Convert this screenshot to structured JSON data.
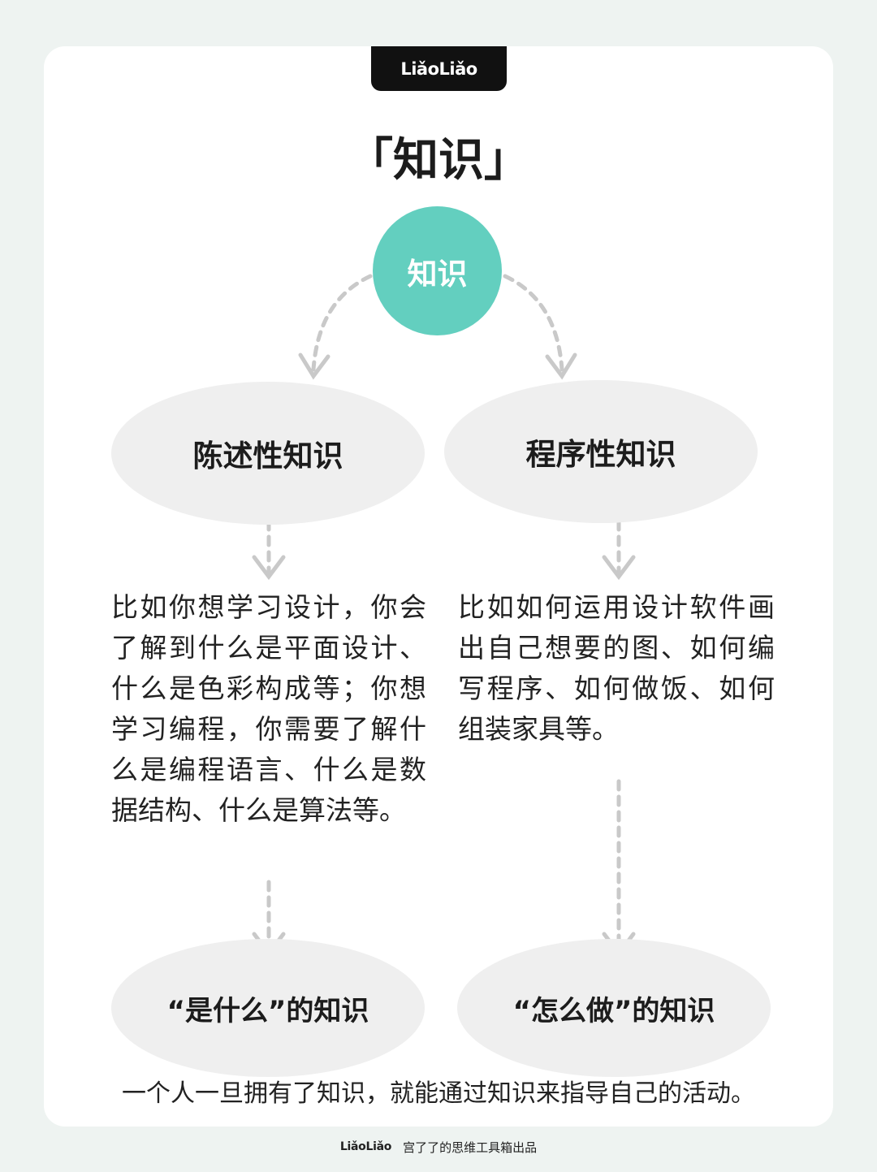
{
  "brand": {
    "logo_text": "LiǎoLiǎo"
  },
  "title": "「知识」",
  "root": {
    "label": "知识",
    "color": "#63cfbf"
  },
  "branches": [
    {
      "label": "陈述性知识",
      "description": "比如你想学习设计，你会了解到什么是平面设计、什么是色彩构成等；你想学习编程，你需要了解什么是编程语言、什么是数据结构、什么是算法等。",
      "result": "“是什么”的知识"
    },
    {
      "label": "程序性知识",
      "description": "比如如何运用设计软件画出自己想要的图、如何编写程序、如何做饭、如何组装家具等。",
      "result": "“怎么做”的知识"
    }
  ],
  "conclusion": "一个人一旦拥有了知识，就能通过知识来指导自己的活动。",
  "footer": {
    "logo_text": "LiǎoLiǎo",
    "credit": "宫了了的思维工具箱出品"
  }
}
